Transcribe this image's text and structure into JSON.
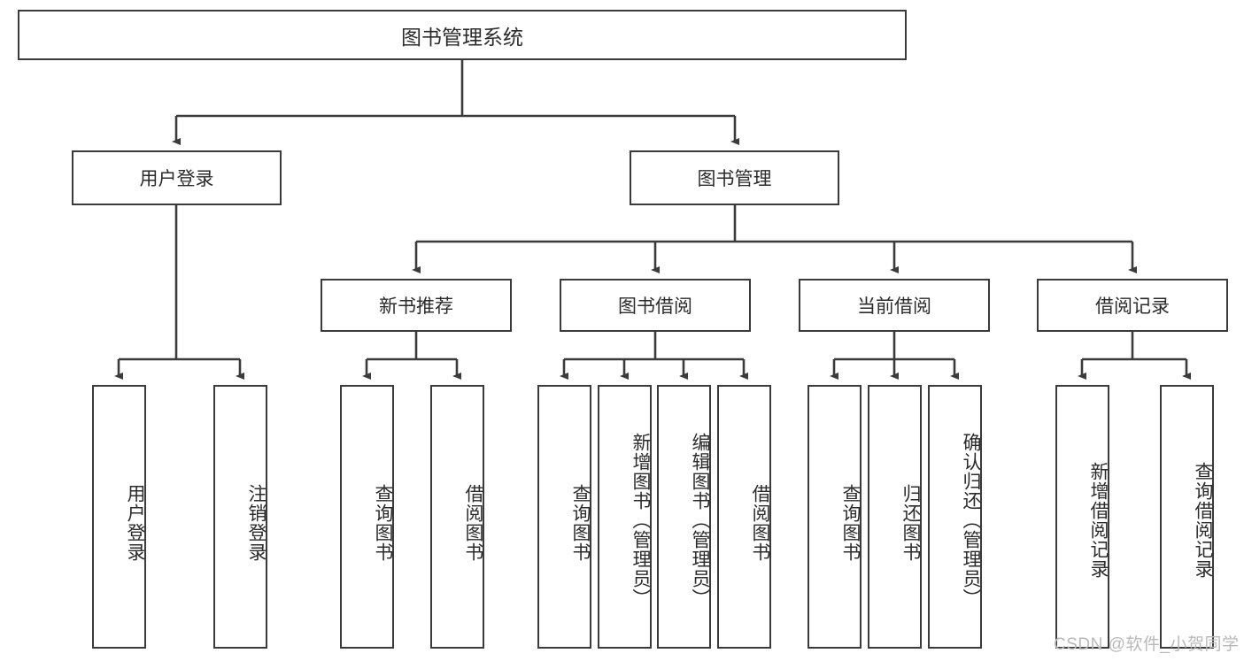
{
  "diagram": {
    "type": "tree",
    "title": "图书管理系统",
    "root": {
      "label": "图书管理系统"
    },
    "level2": [
      {
        "label": "用户登录"
      },
      {
        "label": "图书管理"
      }
    ],
    "level3": [
      {
        "label": "新书推荐"
      },
      {
        "label": "图书借阅"
      },
      {
        "label": "当前借阅"
      },
      {
        "label": "借阅记录"
      }
    ],
    "leaves": {
      "user_login": [
        {
          "label": "用户登录"
        },
        {
          "label": "注销登录"
        }
      ],
      "new_book_recommend": [
        {
          "label": "查询图书"
        },
        {
          "label": "借阅图书"
        }
      ],
      "book_borrow": [
        {
          "label": "查询图书"
        },
        {
          "label": "新增图书（管理员）"
        },
        {
          "label": "编辑图书（管理员）"
        },
        {
          "label": "借阅图书"
        }
      ],
      "current_borrow": [
        {
          "label": "查询图书"
        },
        {
          "label": "归还图书"
        },
        {
          "label": "确认归还（管理员）"
        }
      ],
      "borrow_record": [
        {
          "label": "新增借阅记录"
        },
        {
          "label": "查询借阅记录"
        }
      ]
    }
  },
  "watermark": {
    "text": "CSDN @软件_小贺同学"
  },
  "colors": {
    "border": "#3b3b3b",
    "text": "#2b2b2b",
    "background": "#ffffff",
    "watermark": "#b9b9b9"
  }
}
